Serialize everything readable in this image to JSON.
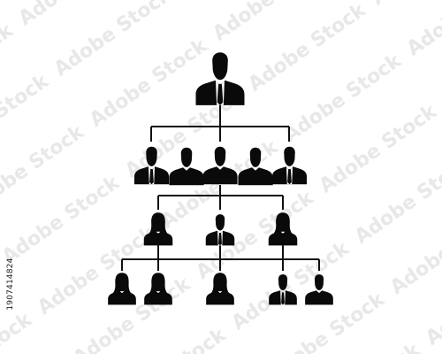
{
  "diagram": {
    "type": "org-chart-pyramid",
    "colors": {
      "figure": "#0a0a0a",
      "line": "#111111",
      "background": "#ffffff",
      "watermark": "#e8e8e8"
    },
    "levels": [
      {
        "name": "top",
        "figures": [
          "male-suit-tie"
        ]
      },
      {
        "name": "second",
        "figures": [
          "male-suit-tie",
          "male-suit",
          "male-suit",
          "male-suit",
          "male-suit-tie"
        ]
      },
      {
        "name": "third",
        "figures": [
          "female",
          "male-suit-tie",
          "female"
        ]
      },
      {
        "name": "fourth",
        "figures": [
          "female",
          "female",
          "female",
          "male-suit-tie",
          "male-suit"
        ]
      }
    ],
    "watermark_text": "Adobe Stock",
    "stock_id": "1907414824"
  }
}
